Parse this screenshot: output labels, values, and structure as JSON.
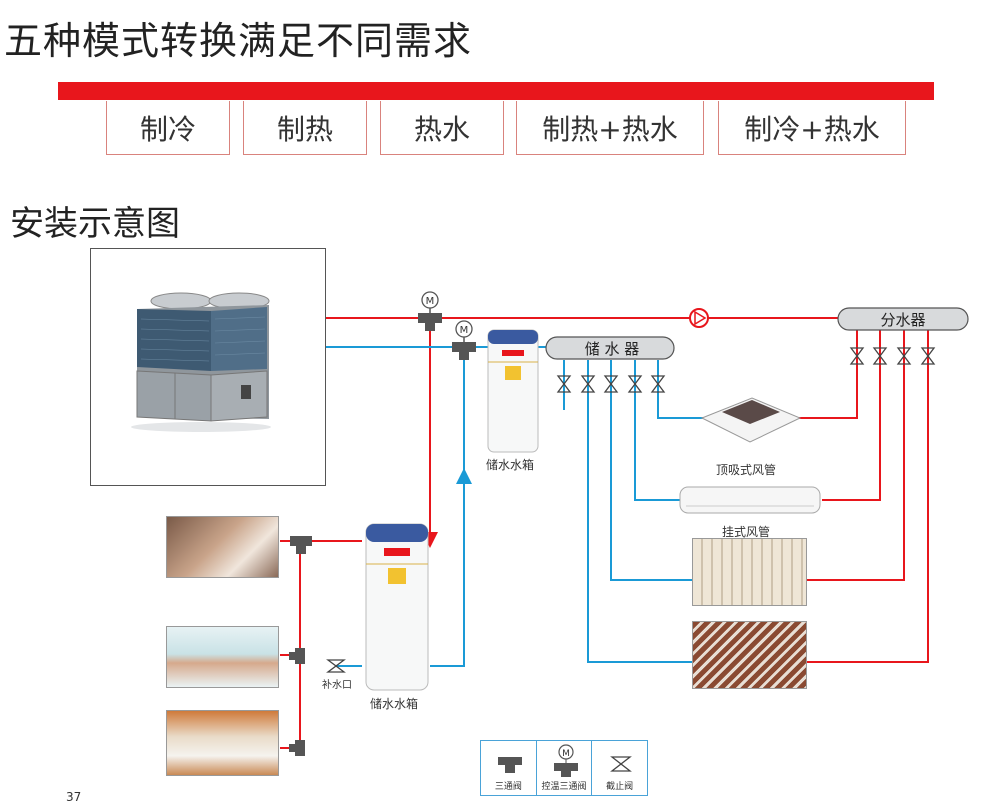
{
  "title": "五种模式转换满足不同需求",
  "modes": [
    "制冷",
    "制热",
    "热水",
    "制热+热水",
    "制冷+热水"
  ],
  "section_title": "安装示意图",
  "manifold_left": "储 水 器",
  "manifold_right": "分水器",
  "tank_top_label": "储水水箱",
  "tank_bottom_label": "储水水箱",
  "makeup_label": "补水口",
  "cassette_label": "顶吸式风管",
  "wall_unit_label": "挂式风管",
  "motor_symbol": "M",
  "legend": [
    "三通阀",
    "控温三通阀",
    "截止阀"
  ],
  "page_number": "37",
  "colors": {
    "hot": "#e8161c",
    "cold": "#1a9ad6",
    "accent": "#e8161c",
    "border": "#d9837d"
  }
}
